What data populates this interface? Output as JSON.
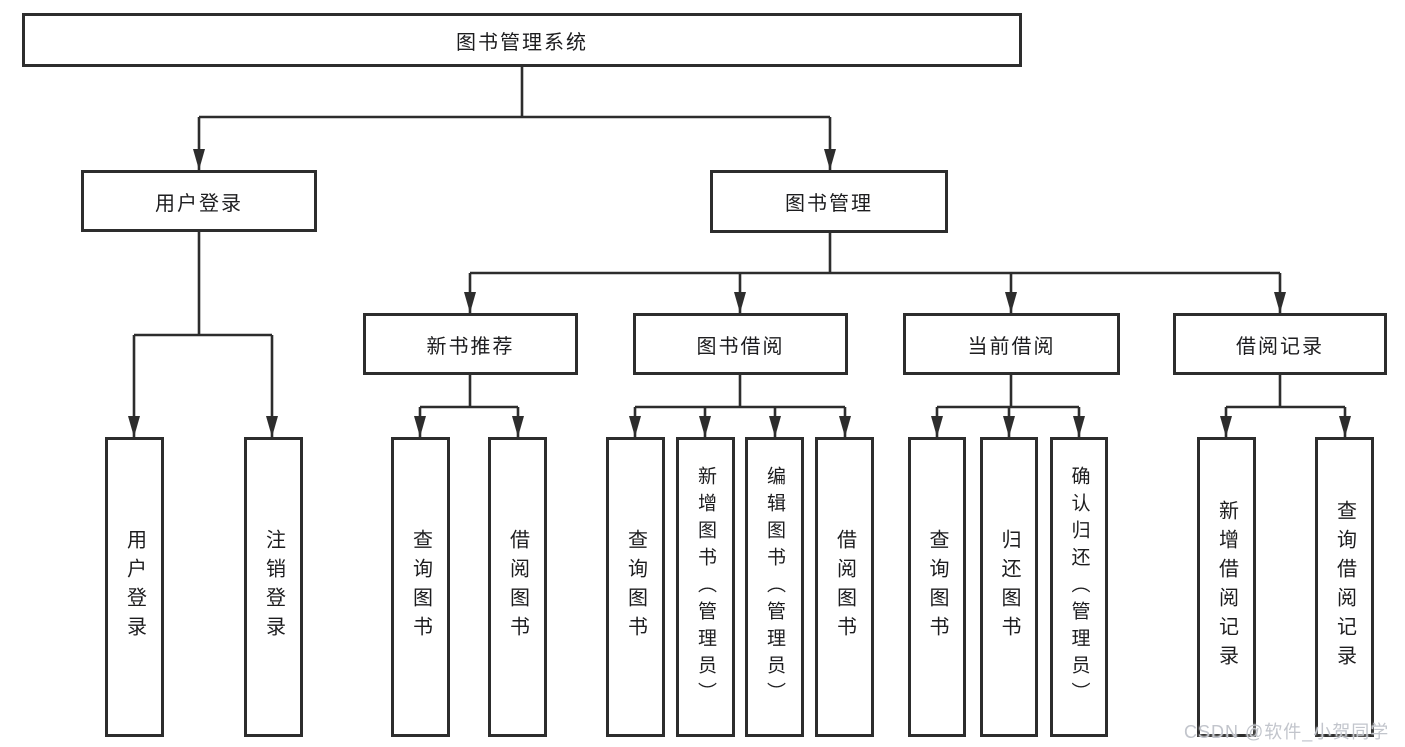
{
  "diagram_title": "图书管理系统",
  "tree": {
    "root": {
      "label": "图书管理系统"
    },
    "level2": [
      {
        "id": "user-login",
        "label": "用户登录"
      },
      {
        "id": "book-management",
        "label": "图书管理"
      }
    ],
    "level3": [
      {
        "id": "new-book-recommend",
        "parent": "图书管理",
        "label": "新书推荐"
      },
      {
        "id": "book-borrow",
        "parent": "图书管理",
        "label": "图书借阅"
      },
      {
        "id": "current-borrow",
        "parent": "图书管理",
        "label": "当前借阅"
      },
      {
        "id": "borrow-records",
        "parent": "图书管理",
        "label": "借阅记录"
      }
    ],
    "leaves": [
      {
        "parent": "用户登录",
        "label": "用户登录"
      },
      {
        "parent": "用户登录",
        "label": "注销登录"
      },
      {
        "parent": "新书推荐",
        "label": "查询图书"
      },
      {
        "parent": "新书推荐",
        "label": "借阅图书"
      },
      {
        "parent": "图书借阅",
        "label": "查询图书"
      },
      {
        "parent": "图书借阅",
        "label": "新增图书（管理员）"
      },
      {
        "parent": "图书借阅",
        "label": "编辑图书（管理员）"
      },
      {
        "parent": "图书借阅",
        "label": "借阅图书"
      },
      {
        "parent": "当前借阅",
        "label": "查询图书"
      },
      {
        "parent": "当前借阅",
        "label": "归还图书"
      },
      {
        "parent": "当前借阅",
        "label": "确认归还（管理员）"
      },
      {
        "parent": "借阅记录",
        "label": "新增借阅记录"
      },
      {
        "parent": "借阅记录",
        "label": "查询借阅记录"
      }
    ]
  },
  "watermark": {
    "text": "CSDN @软件_小贺同学"
  },
  "colors": {
    "line": "#2d2d2d",
    "text": "#1d1d1f",
    "background": "#ffffff",
    "watermark": "#c2c5cc"
  }
}
